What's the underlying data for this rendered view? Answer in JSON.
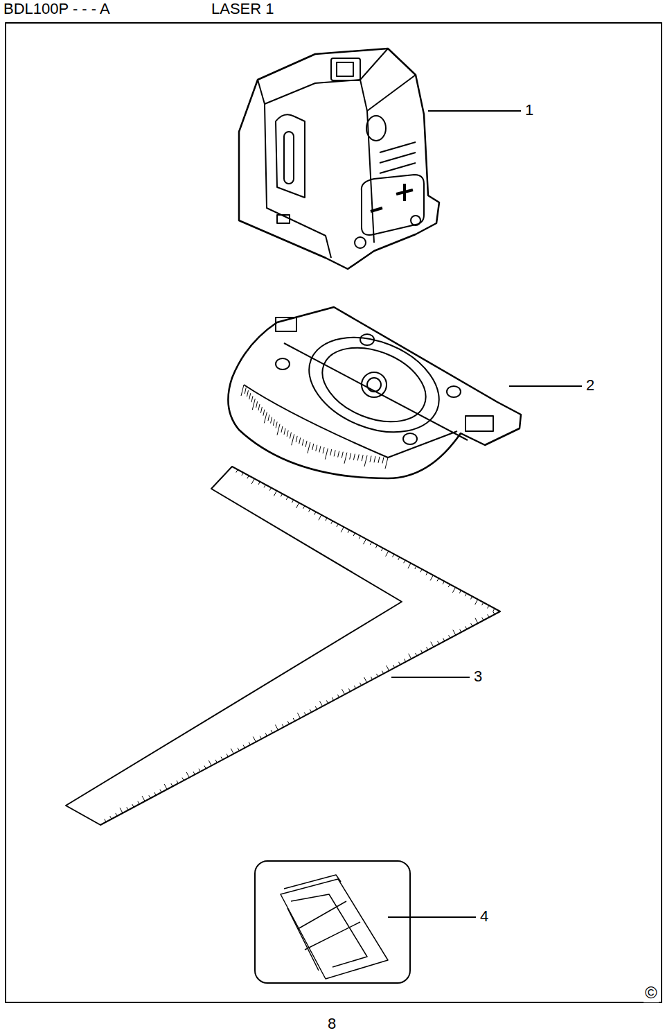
{
  "diagram": {
    "labels": [
      "BDL100P - - - A",
      "LASER 1",
      "1",
      "2",
      "3",
      "4",
      "©",
      "8"
    ]
  }
}
